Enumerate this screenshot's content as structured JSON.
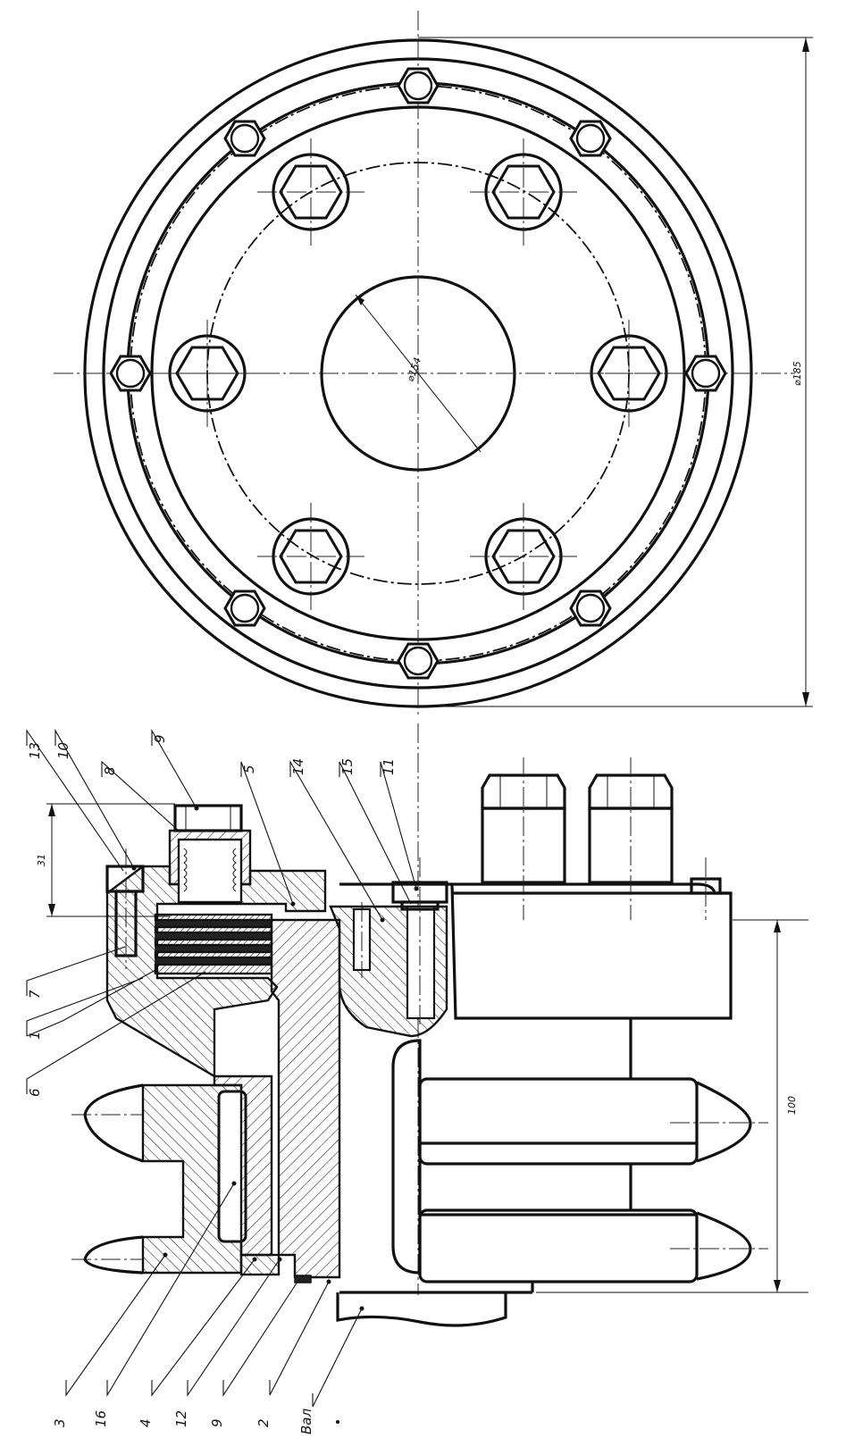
{
  "dimensions": {
    "bore_diameter": "⌀154",
    "outer_diameter": "⌀185",
    "flange_height": "31",
    "section_height": "100"
  },
  "callouts": {
    "c13": "13",
    "c10": "10",
    "c8": "8",
    "c9_top": "9",
    "c5": "5",
    "c14": "14",
    "c15": "15",
    "c11": "11",
    "c7": "7",
    "c1": "1",
    "c6": "6",
    "c3": "3",
    "c16": "16",
    "c4": "4",
    "c12": "12",
    "c9_bottom": "9",
    "c2": "2",
    "shaft": "Вал"
  }
}
